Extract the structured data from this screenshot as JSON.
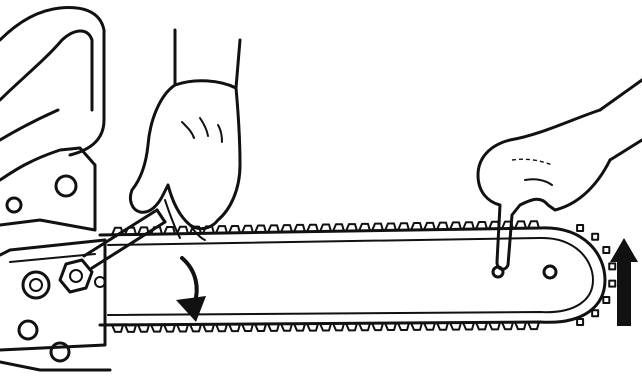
{
  "figure": {
    "caption": "",
    "colors": {
      "ink": "#111111",
      "paper": "#ffffff"
    },
    "icons": [
      "chainsaw-body",
      "guide-bar",
      "saw-chain",
      "tensioning-wrench",
      "bar-nut",
      "left-hand-icon",
      "right-hand-icon",
      "rotate-down-arrow-icon",
      "lift-up-arrow-icon"
    ]
  }
}
